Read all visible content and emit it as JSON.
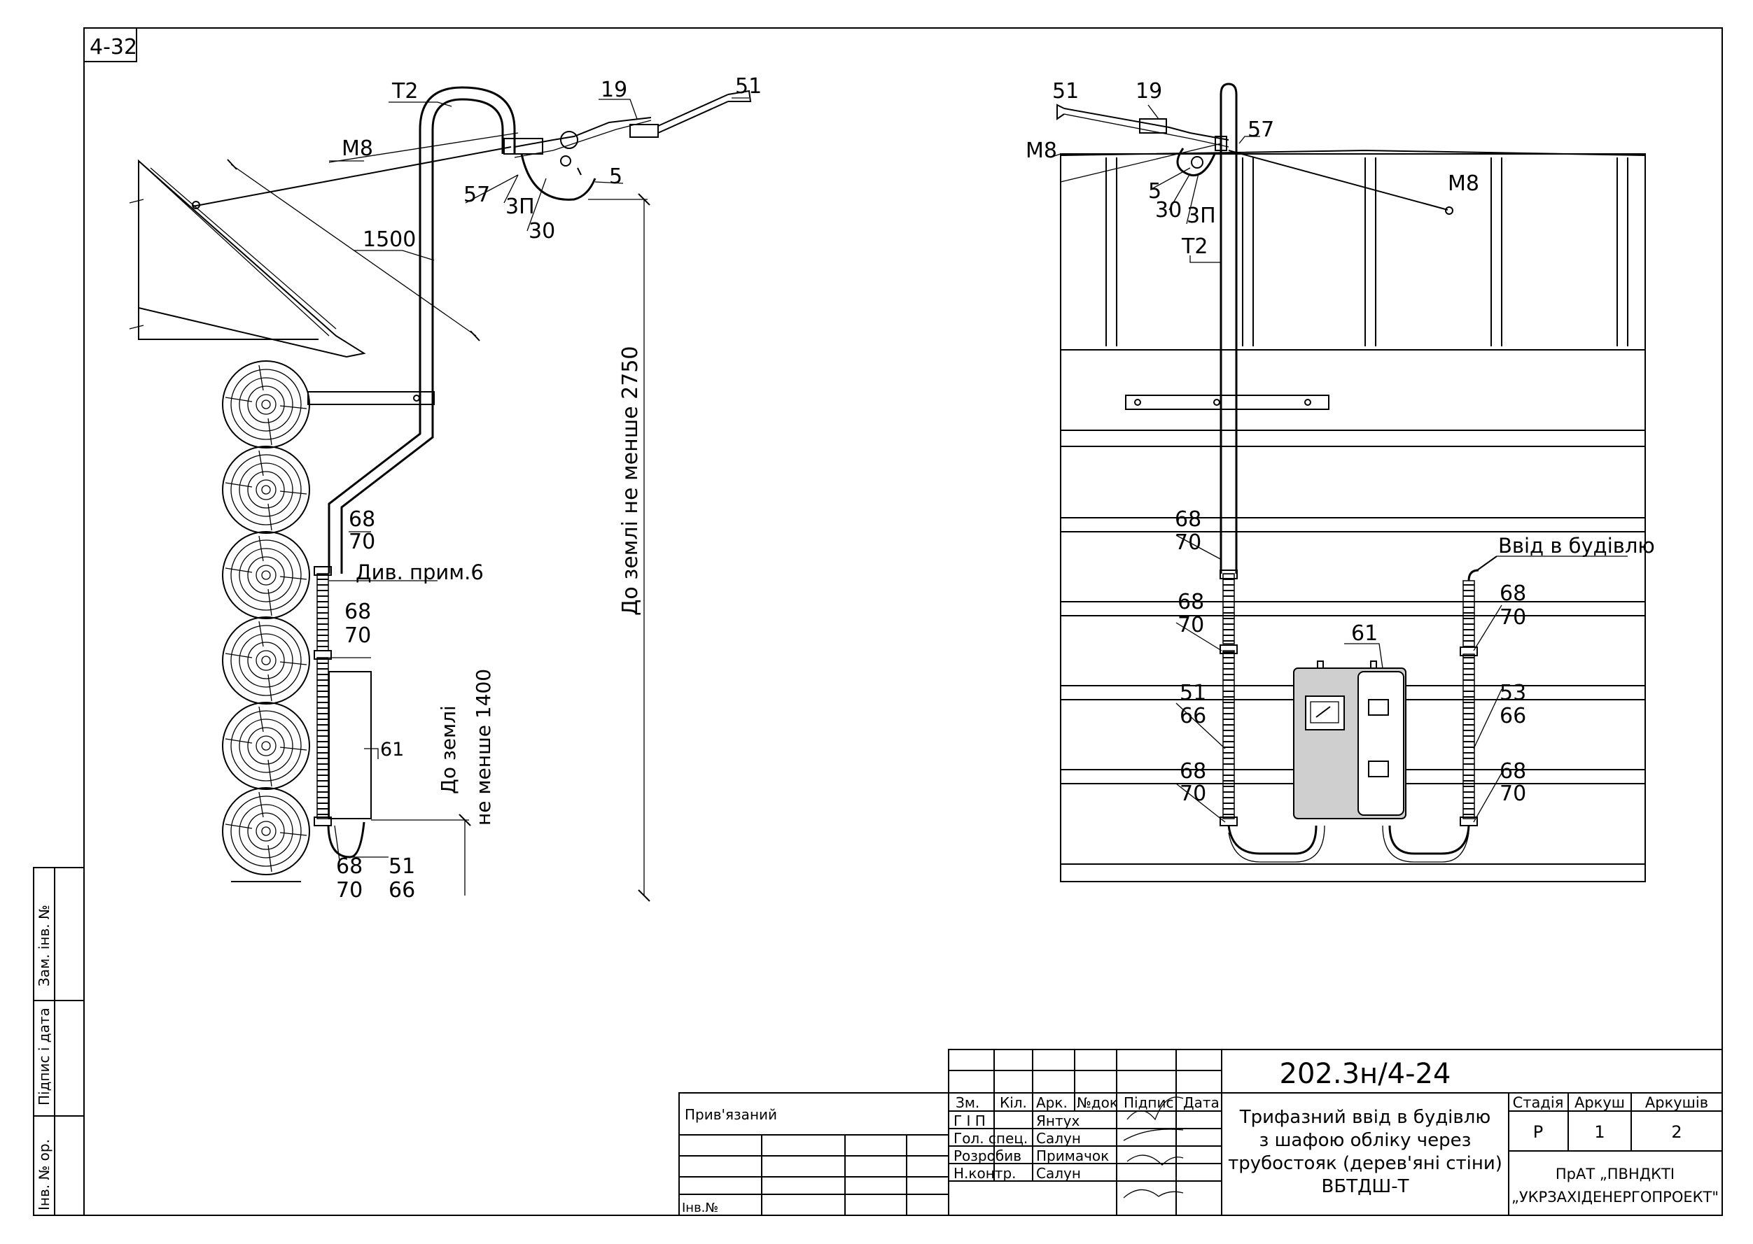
{
  "sheet": {
    "code": "4-32"
  },
  "left_view": {
    "labels": {
      "t2": "Т2",
      "m8": "М8",
      "l1500": "1500",
      "l57": "57",
      "l3p": "3П",
      "l30": "30",
      "l19": "19",
      "l51": "51",
      "l5": "5",
      "n68a": "68",
      "n70a": "70",
      "note": "Див. прим.6",
      "n68b": "68",
      "n70b": "70",
      "l61": "61",
      "n68c": "68",
      "n70c": "70",
      "n51": "51",
      "n66": "66",
      "ground1": "До землі",
      "ground2": "не менше 1400",
      "ground3": "До землі не менше 2750"
    }
  },
  "right_view": {
    "labels": {
      "l51": "51",
      "l19": "19",
      "l57": "57",
      "m8a": "М8",
      "m8b": "М8",
      "l5": "5",
      "l30": "30",
      "l3p": "3П",
      "t2": "Т2",
      "a68": "68",
      "a70": "70",
      "b68": "68",
      "b70": "70",
      "c51": "51",
      "c66": "66",
      "d68": "68",
      "d70": "70",
      "l61": "61",
      "entry": "Ввід в будівлю",
      "e68": "68",
      "e70": "70",
      "f53": "53",
      "f66": "66",
      "g68": "68",
      "g70": "70"
    }
  },
  "side_stamp": {
    "zam": "Зам. інв. №",
    "pidpys": "Підпис і дата",
    "inv": "Інв. № ор."
  },
  "linked_block": {
    "title": "Прив'язаний",
    "inv": "Інв.№"
  },
  "title_block": {
    "doc_code": "202.3н/4-24",
    "headers": [
      "Зм.",
      "Кіл.",
      "Арк.",
      "№док",
      "Підпис",
      "Дата"
    ],
    "roles": [
      "Г І П",
      "Гол. спец.",
      "Розробив",
      "Н.контр."
    ],
    "names": [
      "Янтух",
      "Салун",
      "Примачок",
      "Салун"
    ],
    "title_lines": [
      "Трифазний ввід в будівлю",
      "з шафою обліку через",
      "трубостояк (дерев'яні стіни)",
      "ВБТДШ-Т"
    ],
    "stage_headers": [
      "Стадія",
      "Аркуш",
      "Аркушів"
    ],
    "stage_values": [
      "Р",
      "1",
      "2"
    ],
    "org_lines": [
      "ПрАТ „ПВНДКТІ",
      "„УКРЗАХІДЕНЕРГОПРОЕКТ\""
    ]
  }
}
